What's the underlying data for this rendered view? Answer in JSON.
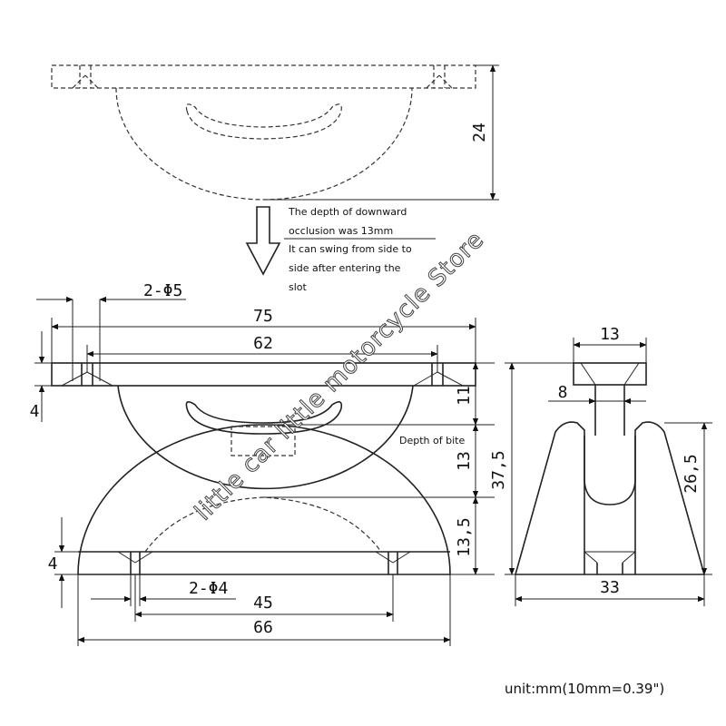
{
  "top_view": {
    "dim_height": "24"
  },
  "arrow_note": {
    "line1": "The depth of downward",
    "line2": "occlusion was 13mm",
    "line3": "It can swing from side to",
    "line4": "side after entering the",
    "line5": "slot"
  },
  "front_view": {
    "dim_holes_top": "2-Φ5",
    "dim_width_75": "75",
    "dim_width_62": "62",
    "dim_thick_top": "4",
    "dim_11": "11",
    "dim_13": "13",
    "dim_13_5": "13,5",
    "depth_label": "Depth of bite",
    "dim_thick_bottom": "4",
    "dim_holes_bottom": "2-Φ4",
    "dim_width_45": "45",
    "dim_width_66": "66"
  },
  "side_view": {
    "dim_top_13": "13",
    "dim_8": "8",
    "dim_37_5": "37,5",
    "dim_26_5": "26,5",
    "dim_33": "33"
  },
  "watermark": "little car little motorcycle Store",
  "unit_note": "unit:mm(10mm=0.39\")"
}
